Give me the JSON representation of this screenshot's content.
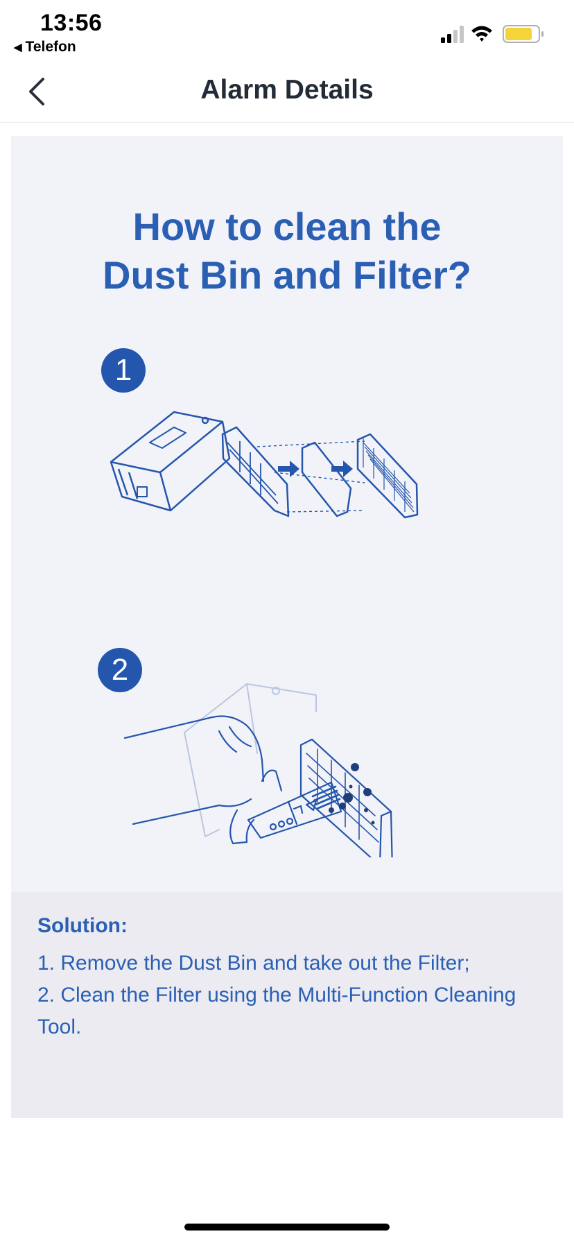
{
  "status_bar": {
    "time": "13:56",
    "back_app": "Telefon",
    "signal_icon": "cellular-signal-icon",
    "wifi_icon": "wifi-icon",
    "battery_icon": "battery-icon",
    "battery_color": "#f5d33b"
  },
  "nav": {
    "back_icon": "chevron-left-icon",
    "title": "Alarm Details"
  },
  "guide": {
    "title_line1": "How to clean the",
    "title_line2": "Dust Bin and Filter?",
    "step1_number": "1",
    "step2_number": "2",
    "accent_color": "#2a5fb4",
    "badge_color": "#2456ad"
  },
  "solution": {
    "heading": "Solution:",
    "steps": [
      "1. Remove the Dust Bin and take out the Filter;",
      "2. Clean the Filter using the Multi-Function Cleaning Tool."
    ]
  }
}
